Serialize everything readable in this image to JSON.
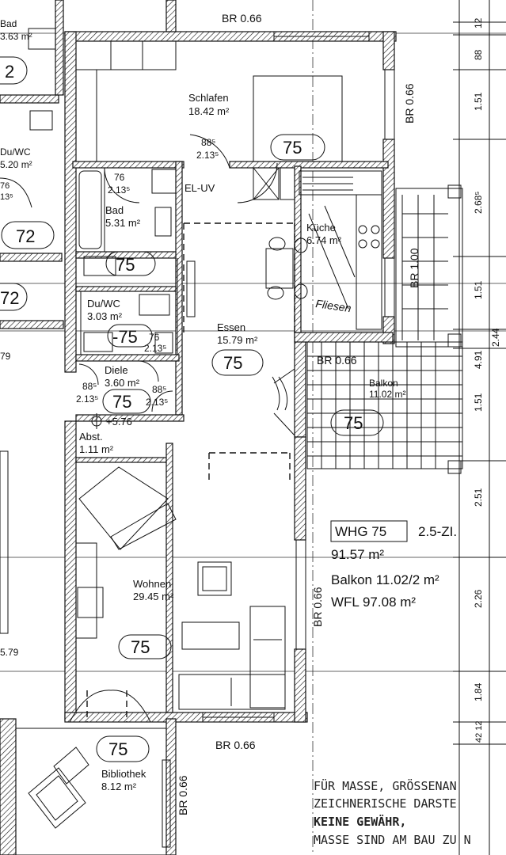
{
  "rooms": {
    "bad_top": {
      "name": "Bad",
      "area": "3.63 m²"
    },
    "duwc_left": {
      "name": "Du/WC",
      "area": "5.20 m²"
    },
    "schlafen": {
      "name": "Schlafen",
      "area": "18.42 m²"
    },
    "bad": {
      "name": "Bad",
      "area": "5.31 m²"
    },
    "kuche": {
      "name": "Küche",
      "area": "6.74 m²"
    },
    "duwc": {
      "name": "Du/WC",
      "area": "3.03 m²"
    },
    "essen": {
      "name": "Essen",
      "area": "15.79 m²"
    },
    "diele": {
      "name": "Diele",
      "area": "3.60 m²"
    },
    "balkon": {
      "name": "Balkon",
      "area": "11.02 m²"
    },
    "abst": {
      "name": "Abst.",
      "area": "1.11 m²"
    },
    "wohnen": {
      "name": "Wohnen",
      "area": "29.45 m²"
    },
    "bibliothek": {
      "name": "Bibliothek",
      "area": "8.12 m²"
    }
  },
  "tags": {
    "t75": "75",
    "t72": "72",
    "t75b": "-75"
  },
  "labels": {
    "el_uv": "EL-UV",
    "fliesen": "Fliesen",
    "level": "+5.76",
    "left_79": "79",
    "left_579": "5.79",
    "left_2": "2",
    "left_76": "76",
    "left_135": "13⁵"
  },
  "dims": {
    "br066": "BR 0.66",
    "br100": "BR 1.00",
    "d76": "76",
    "d2135": "2.13⁵",
    "d885": "88⁵",
    "d76b": "76",
    "d12": "12",
    "d88": "88",
    "d151": "1.51",
    "d2685": "2.68⁵",
    "d151b": "1.51",
    "d4912": "4.91",
    "d244": "2.44",
    "d151c": "1.51",
    "d251": "2.51",
    "d226": "2.26",
    "d184": "1.84",
    "d4212": "42 12"
  },
  "summary": {
    "whg": "WHG 75",
    "zi": "2.5-ZI.",
    "area": "91.57 m²",
    "balkon": "Balkon 11.02/2 m²",
    "wfl": "WFL 97.08 m²"
  },
  "disclaimer": {
    "l1": "FÜR MASSE, GRÖSSENAN",
    "l2": "ZEICHNERISCHE DARSTE",
    "l3": "KEINE GEWÄHR,",
    "l4": "MASSE SIND AM BAU ZU N"
  }
}
